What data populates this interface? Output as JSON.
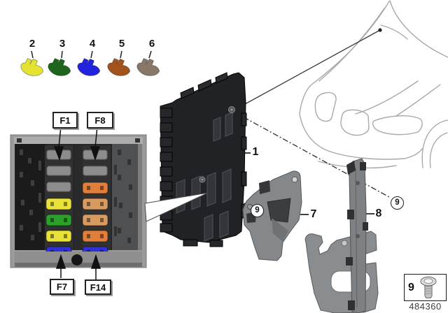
{
  "callouts": {
    "c1": "1",
    "c7": "7",
    "c8": "8",
    "c9": "9"
  },
  "fuse_items": {
    "f2": {
      "label": "2",
      "color": "#e4e332"
    },
    "f3": {
      "label": "3",
      "color": "#1e651e"
    },
    "f4": {
      "label": "4",
      "color": "#2323dd"
    },
    "f5": {
      "label": "5",
      "color": "#a2521d"
    },
    "f6": {
      "label": "6",
      "color": "#887867"
    }
  },
  "fusebox_labels": {
    "f1": "F1",
    "f8": "F8",
    "f7": "F7",
    "f14": "F14"
  },
  "fusebox": {
    "left_fuses": [
      {
        "color": "#e8e23a"
      },
      {
        "color": "#2ba02b"
      },
      {
        "color": "#e8e23a"
      },
      {
        "color": "#3030d8"
      }
    ],
    "right_fuses": [
      {
        "color": "#df7f3b"
      },
      {
        "color": "#d89a61"
      },
      {
        "color": "#d89a61"
      },
      {
        "color": "#df7f3b"
      },
      {
        "color": "#3030d8"
      }
    ]
  },
  "legend": {
    "item_label": "9",
    "part_number": "484360"
  }
}
